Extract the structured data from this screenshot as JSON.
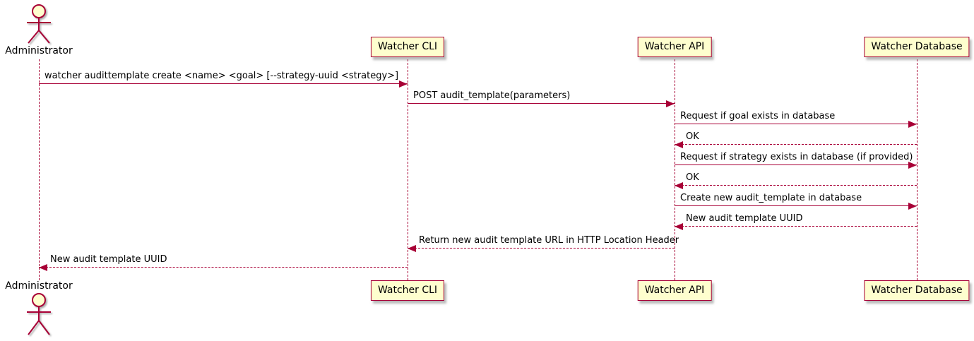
{
  "diagram": {
    "type": "sequence",
    "actor": {
      "name": "Administrator"
    },
    "participants": [
      {
        "id": "cli",
        "label": "Watcher CLI"
      },
      {
        "id": "api",
        "label": "Watcher API"
      },
      {
        "id": "db",
        "label": "Watcher Database"
      }
    ],
    "messages": [
      {
        "from": "admin",
        "to": "cli",
        "style": "solid",
        "label": "watcher audittemplate create <name> <goal> [--strategy-uuid <strategy>]"
      },
      {
        "from": "cli",
        "to": "api",
        "style": "solid",
        "label": "POST audit_template(parameters)"
      },
      {
        "from": "api",
        "to": "db",
        "style": "solid",
        "label": "Request if goal exists in database"
      },
      {
        "from": "db",
        "to": "api",
        "style": "dashed",
        "label": "OK"
      },
      {
        "from": "api",
        "to": "db",
        "style": "solid",
        "label": "Request if strategy exists in database (if provided)"
      },
      {
        "from": "db",
        "to": "api",
        "style": "dashed",
        "label": "OK"
      },
      {
        "from": "api",
        "to": "db",
        "style": "solid",
        "label": "Create new audit_template in database"
      },
      {
        "from": "db",
        "to": "api",
        "style": "dashed",
        "label": "New audit template UUID"
      },
      {
        "from": "api",
        "to": "cli",
        "style": "dashed",
        "label": "Return new audit template URL in HTTP Location Header"
      },
      {
        "from": "cli",
        "to": "admin",
        "style": "dashed",
        "label": "New audit template UUID"
      }
    ],
    "colors": {
      "stroke": "#A80036",
      "participant_fill": "#FEFECE",
      "text": "#000000",
      "background": "#ffffff"
    }
  }
}
